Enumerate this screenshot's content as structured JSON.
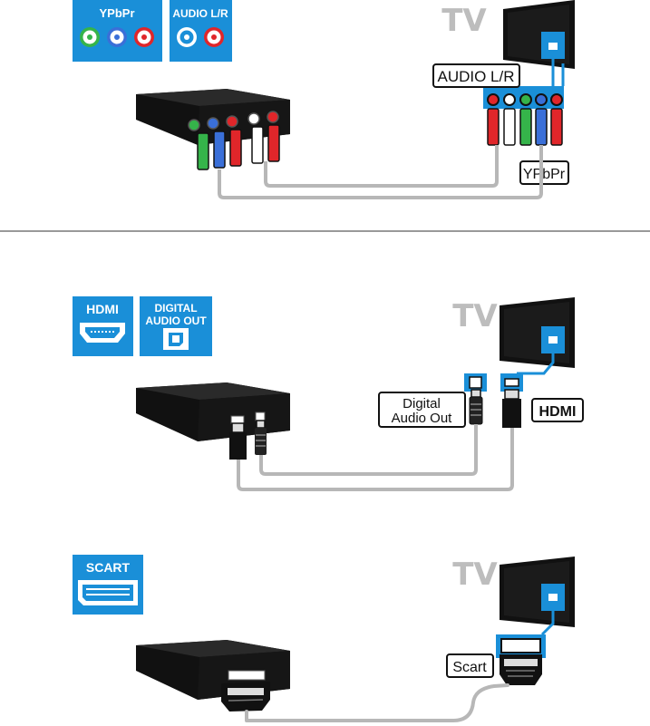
{
  "colors": {
    "badge_blue": "#1a8fd8",
    "tv_gray": "#bdbdbd",
    "cable_gray": "#b7b7b7",
    "black": "#111111",
    "green": "#35b44a",
    "blue": "#3a6fd8",
    "red": "#e0262a",
    "white": "#ffffff"
  },
  "section1": {
    "badge_ypbpr": "YPbPr",
    "badge_audio": "AUDIO L/R",
    "tv_label": "TV",
    "callout_audio": "AUDIO L/R",
    "callout_ypbpr": "YPbPr"
  },
  "section2": {
    "badge_hdmi": "HDMI",
    "badge_digital_line1": "DIGITAL",
    "badge_digital_line2": "AUDIO OUT",
    "tv_label": "TV",
    "callout_digital_line1": "Digital",
    "callout_digital_line2": "Audio Out",
    "callout_hdmi": "HDMI"
  },
  "section3": {
    "badge_scart": "SCART",
    "tv_label": "TV",
    "callout_scart": "Scart"
  },
  "icons": [
    "ypbpr-jacks-icon",
    "audio-jacks-icon",
    "hdmi-port-icon",
    "optical-port-icon",
    "scart-port-icon",
    "tv-icon",
    "set-top-box-icon",
    "rca-plug-icon",
    "hdmi-plug-icon",
    "optical-plug-icon",
    "scart-plug-icon"
  ]
}
